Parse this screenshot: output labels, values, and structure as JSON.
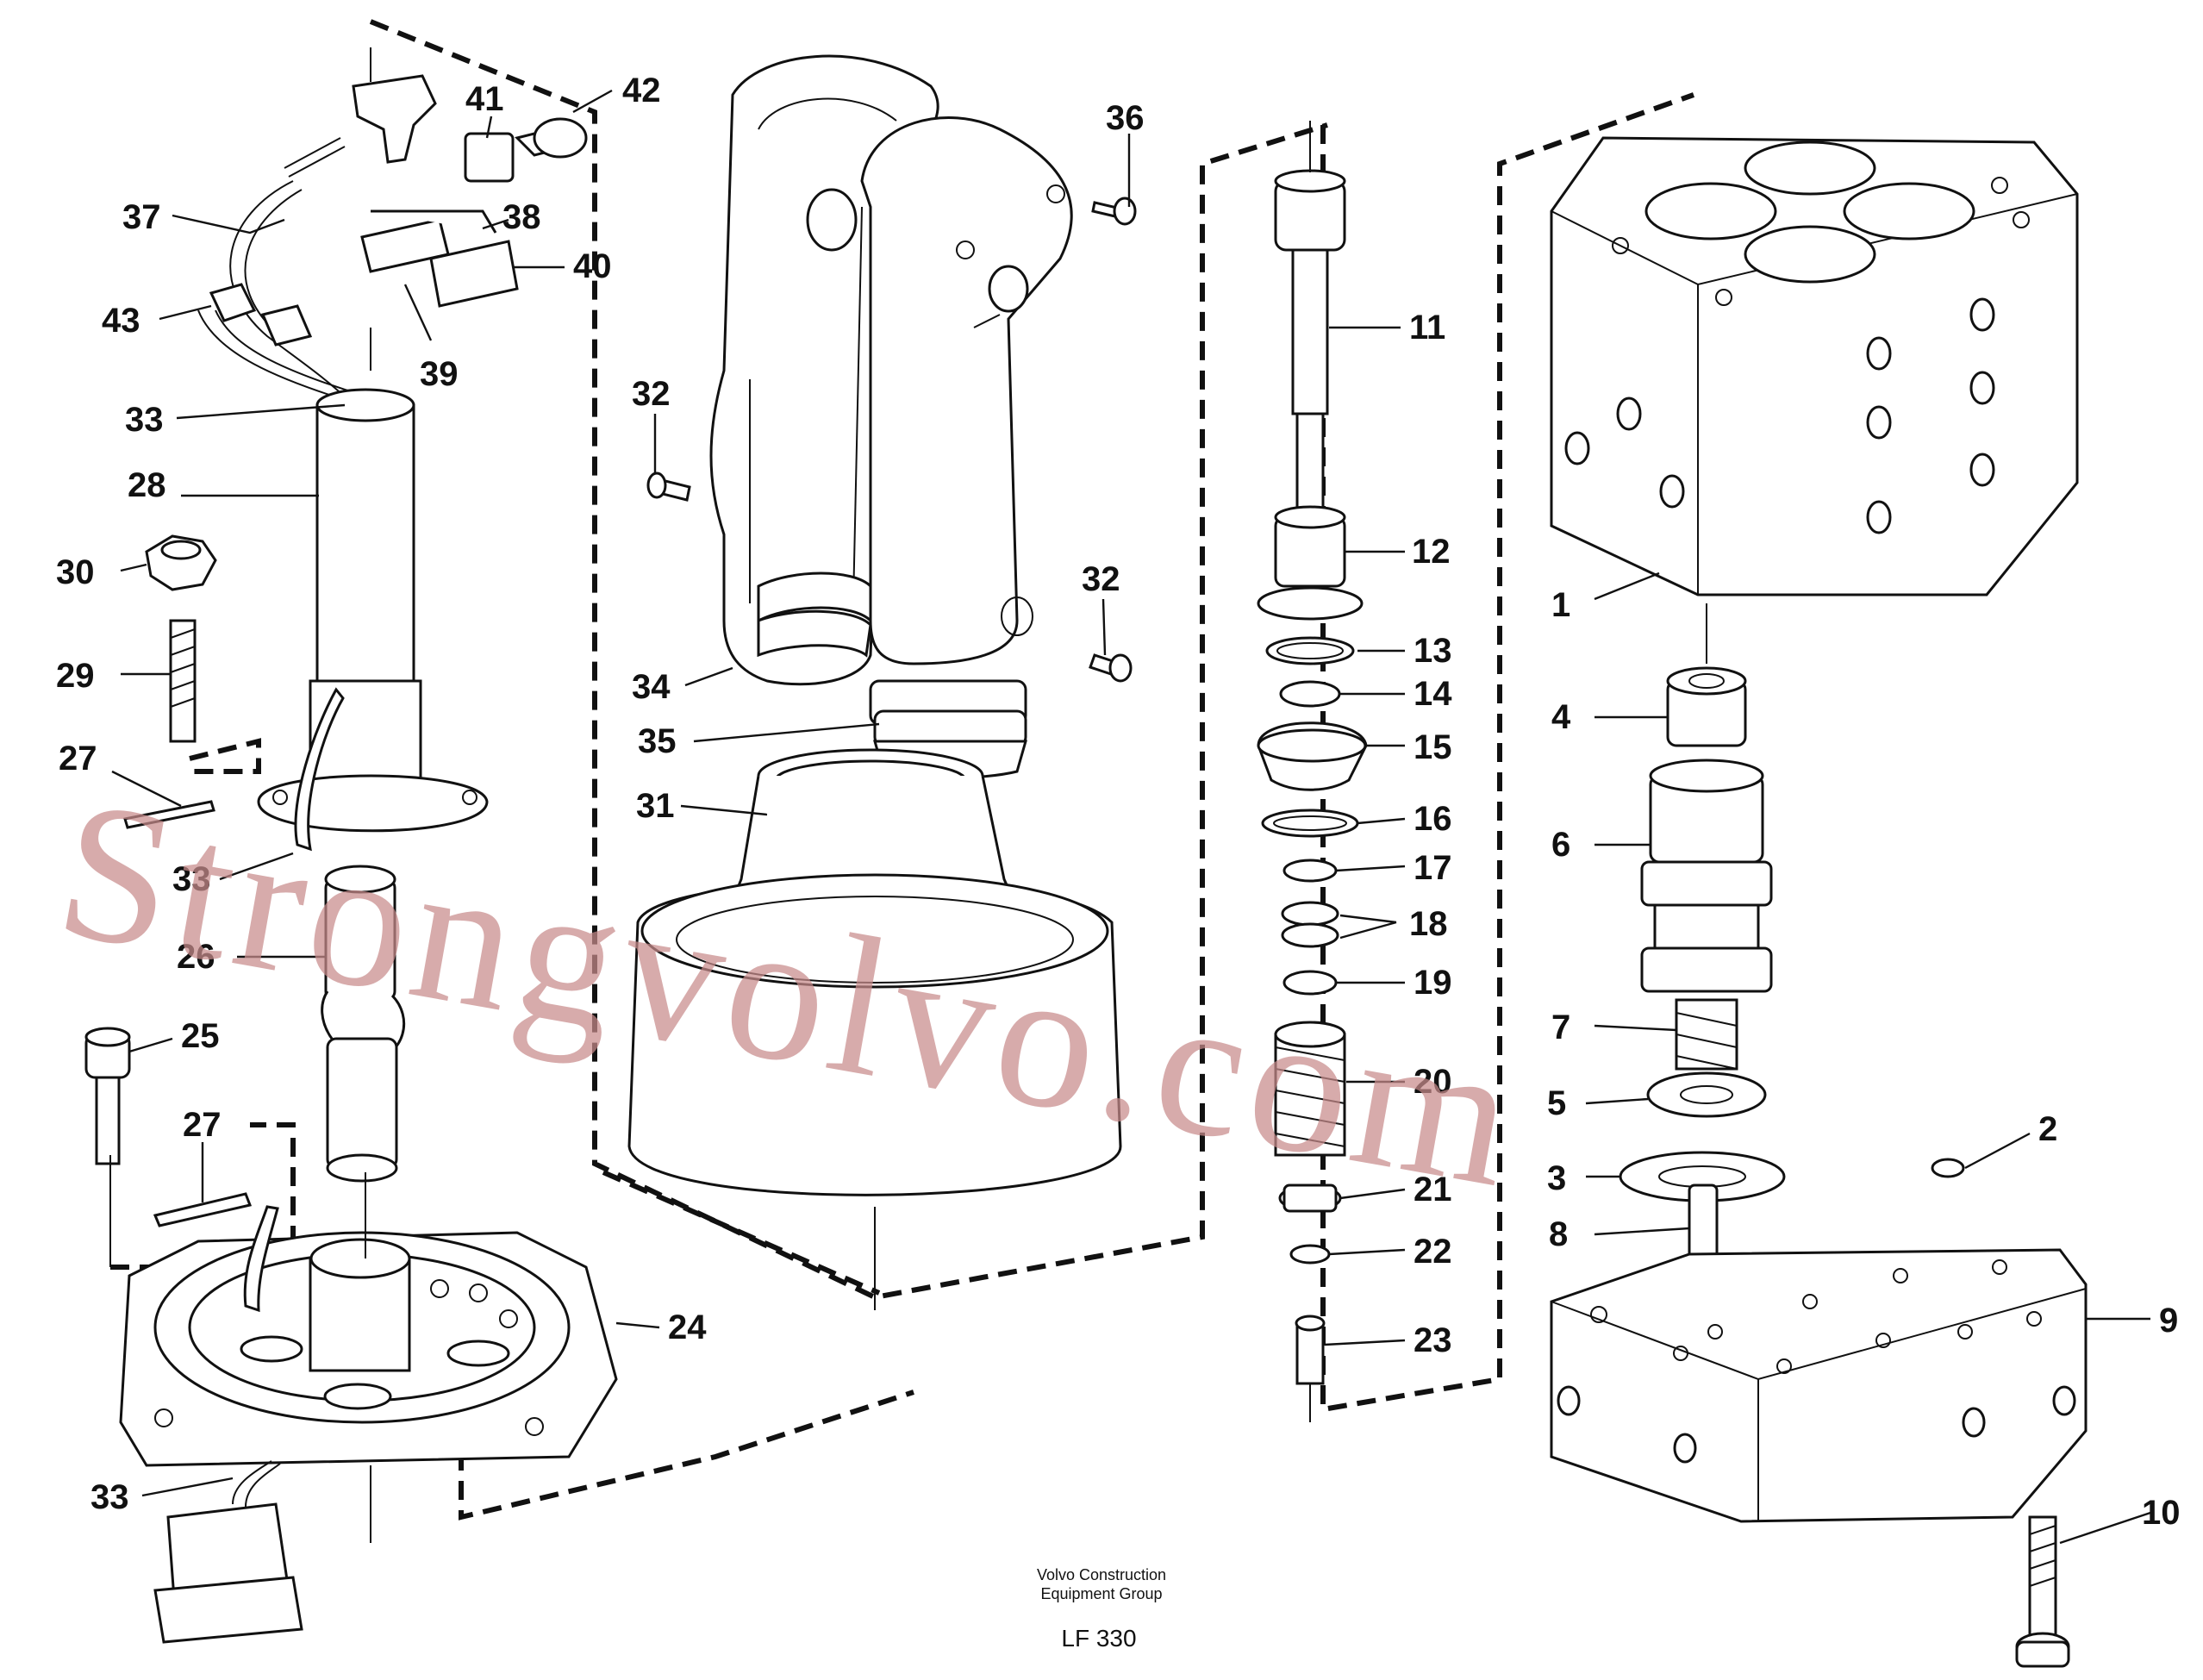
{
  "watermark": "Strongvolvo.com",
  "footer": {
    "line1": "Volvo Construction",
    "line2": "Equipment Group",
    "code": "LF 330"
  },
  "callouts": [
    "42",
    "41",
    "38",
    "37",
    "40",
    "43",
    "39",
    "33",
    "28",
    "30",
    "29",
    "27",
    "33",
    "26",
    "25",
    "27",
    "24",
    "33",
    "36",
    "32",
    "32",
    "34",
    "35",
    "31",
    "11",
    "12",
    "13",
    "14",
    "15",
    "16",
    "17",
    "18",
    "19",
    "20",
    "21",
    "22",
    "23",
    "1",
    "4",
    "6",
    "7",
    "5",
    "3",
    "2",
    "8",
    "9",
    "10"
  ]
}
